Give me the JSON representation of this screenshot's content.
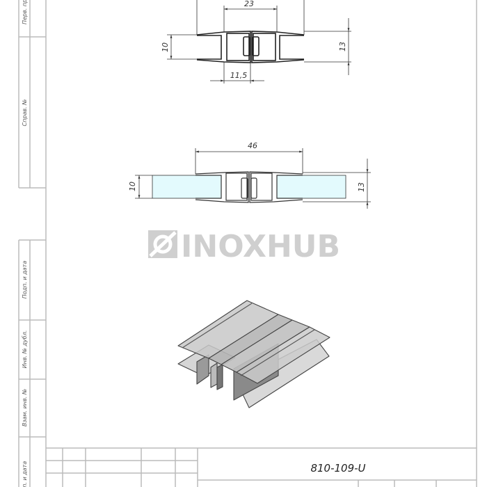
{
  "drawing": {
    "top_view": {
      "dim_width": "23",
      "dim_height_inner": "10",
      "dim_height_outer": "13",
      "dim_half": "11,5"
    },
    "front_view": {
      "dim_width": "46",
      "dim_height_inner": "10",
      "dim_height_outer": "13"
    },
    "colors": {
      "glass": "#e3fafd",
      "line": "#333333",
      "frame": "#bbbbbb",
      "watermark": "#cfcfcf"
    }
  },
  "watermark": {
    "text": "INOXHUB"
  },
  "side_stamp": {
    "cells": [
      "Перв. примен.",
      "Справ. №",
      "Подп. и дата",
      "Инв. № дубл.",
      "Взам. инв. №",
      "Подп. и дата"
    ]
  },
  "title_block": {
    "designation": "810-109-U"
  }
}
